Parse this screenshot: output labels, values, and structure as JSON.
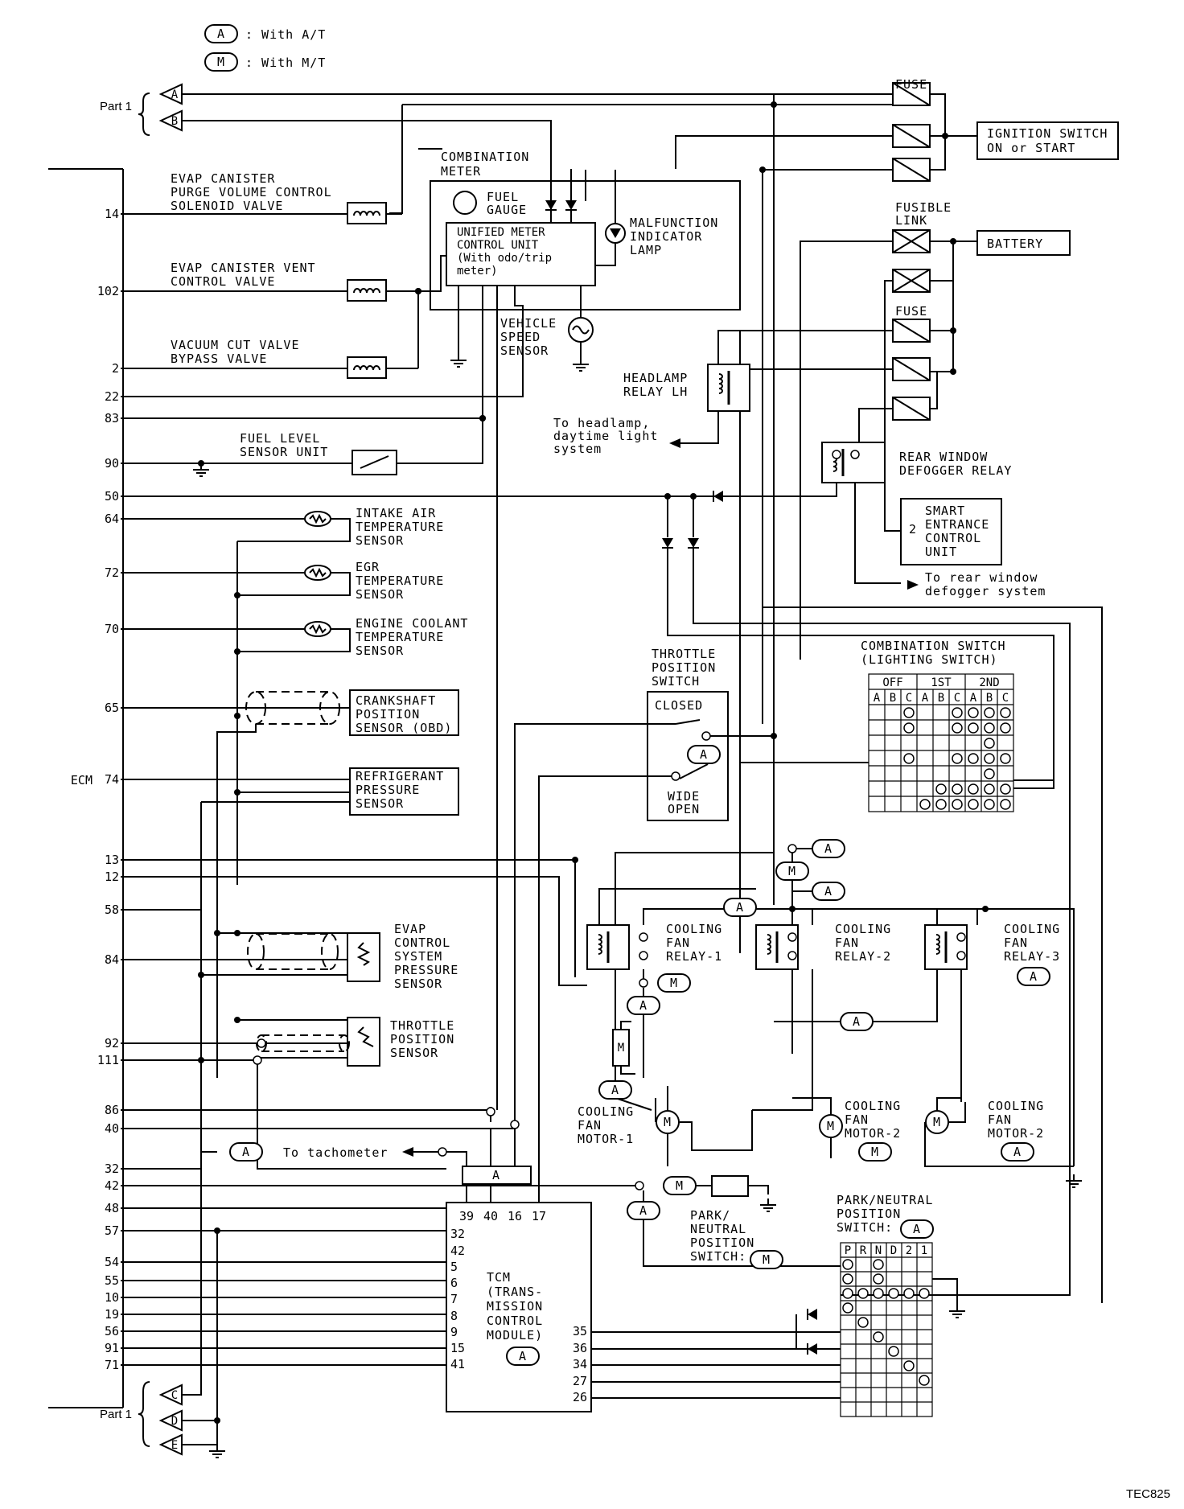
{
  "legend": [
    {
      "badge": "A",
      "text": ": With A/T"
    },
    {
      "badge": "M",
      "text": ": With M/T"
    }
  ],
  "part_label": "Part 1",
  "part_connectors_top": [
    "A",
    "B"
  ],
  "part_connectors_bottom": [
    "C",
    "D",
    "E"
  ],
  "ecm": {
    "label": "ECM",
    "pins": [
      "14",
      "102",
      "2",
      "22",
      "83",
      "90",
      "50",
      "64",
      "72",
      "70",
      "65",
      "74",
      "13",
      "12",
      "58",
      "84",
      "92",
      "111",
      "86",
      "40",
      "32",
      "42",
      "48",
      "57",
      "54",
      "55",
      "10",
      "19",
      "56",
      "91",
      "71"
    ]
  },
  "components": {
    "evap_purge": [
      "EVAP CANISTER",
      "PURGE VOLUME CONTROL",
      "SOLENOID VALVE"
    ],
    "evap_vent": [
      "EVAP CANISTER VENT",
      "CONTROL VALVE"
    ],
    "vacuum_cut": [
      "VACUUM CUT VALVE",
      "BYPASS VALVE"
    ],
    "fuel_level": [
      "FUEL LEVEL",
      "SENSOR UNIT"
    ],
    "intake_air": [
      "INTAKE AIR",
      "TEMPERATURE",
      "SENSOR"
    ],
    "egr": [
      "EGR",
      "TEMPERATURE",
      "SENSOR"
    ],
    "coolant": [
      "ENGINE COOLANT",
      "TEMPERATURE",
      "SENSOR"
    ],
    "crankshaft": [
      "CRANKSHAFT",
      "POSITION",
      "SENSOR (OBD)"
    ],
    "refrigerant": [
      "REFRIGERANT",
      "PRESSURE",
      "SENSOR"
    ],
    "evap_pressure": [
      "EVAP",
      "CONTROL",
      "SYSTEM",
      "PRESSURE",
      "SENSOR"
    ],
    "throttle_sensor": [
      "THROTTLE",
      "POSITION",
      "SENSOR"
    ],
    "combination_meter": [
      "COMBINATION",
      "METER"
    ],
    "fuel_gauge": [
      "FUEL",
      "GAUGE"
    ],
    "unified_meter": [
      "UNIFIED METER",
      "CONTROL UNIT",
      "(With odo/trip",
      "meter)"
    ],
    "mil": [
      "MALFUNCTION",
      "INDICATOR",
      "LAMP"
    ],
    "vss": [
      "VEHICLE",
      "SPEED",
      "SENSOR"
    ],
    "headlamp_relay": [
      "HEADLAMP",
      "RELAY LH"
    ],
    "to_headlamp": [
      "To headlamp,",
      "daytime light",
      "system"
    ],
    "fuse_top": "FUSE",
    "ignition_switch": [
      "IGNITION SWITCH",
      "ON or START"
    ],
    "fusible_link": [
      "FUSIBLE",
      "LINK"
    ],
    "battery": "BATTERY",
    "fuse_mid": "FUSE",
    "rear_defogger_relay": [
      "REAR WINDOW",
      "DEFOGGER RELAY"
    ],
    "smart_entrance": [
      "SMART",
      "ENTRANCE",
      "CONTROL",
      "UNIT"
    ],
    "smart_pin": "2",
    "to_rear_defogger": [
      "To rear window",
      "defogger system"
    ],
    "throttle_switch": [
      "THROTTLE",
      "POSITION",
      "SWITCH"
    ],
    "closed": "CLOSED",
    "wide_open": [
      "WIDE",
      "OPEN"
    ],
    "combination_switch": [
      "COMBINATION SWITCH",
      "(LIGHTING SWITCH)"
    ],
    "cs_groups": [
      "OFF",
      "1ST",
      "2ND"
    ],
    "cs_cols": [
      "A",
      "B",
      "C",
      "A",
      "B",
      "C",
      "A",
      "B",
      "C"
    ],
    "relay1": [
      "COOLING",
      "FAN",
      "RELAY-1"
    ],
    "relay2": [
      "COOLING",
      "FAN",
      "RELAY-2"
    ],
    "relay3": [
      "COOLING",
      "FAN",
      "RELAY-3"
    ],
    "motor1": [
      "COOLING",
      "FAN",
      "MOTOR-1"
    ],
    "motor2a": [
      "COOLING",
      "FAN",
      "MOTOR-2"
    ],
    "motor2b": [
      "COOLING",
      "FAN",
      "MOTOR-2"
    ],
    "to_tachometer": "To tachometer",
    "pn_switch": [
      "PARK/",
      "NEUTRAL",
      "POSITION",
      "SWITCH:"
    ],
    "pn_switch_at": [
      "PARK/NEUTRAL",
      "POSITION",
      "SWITCH:"
    ],
    "pn_cols": [
      "P",
      "R",
      "N",
      "D",
      "2",
      "1"
    ],
    "tcm": [
      "TCM",
      "(TRANS-",
      "MISSION",
      "CONTROL",
      "MODULE)"
    ],
    "tcm_top_pins": [
      "39",
      "40",
      "16",
      "17"
    ],
    "tcm_left_pins": [
      "32",
      "42",
      "5",
      "6",
      "7",
      "8",
      "9",
      "15",
      "41"
    ],
    "tcm_right_pins": [
      "35",
      "36",
      "34",
      "27",
      "26"
    ]
  },
  "code": "TEC825"
}
